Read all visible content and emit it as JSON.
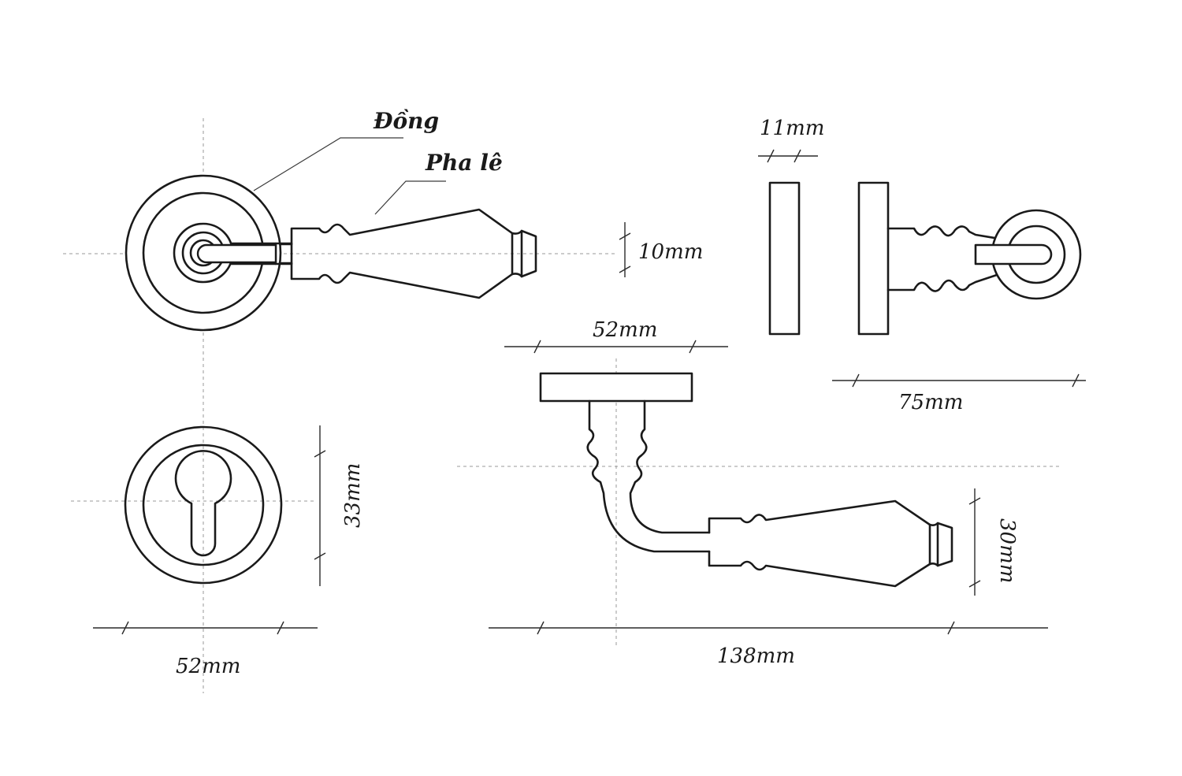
{
  "callouts": {
    "copper": "Đồng",
    "crystal": "Pha lê"
  },
  "dimensions": {
    "side_lever_thickness": "11mm",
    "lever_tip_height": "10mm",
    "top_rose_diameter": "52mm",
    "overall_projection": "75mm",
    "keyhole_height": "33mm",
    "bottom_rose_diameter": "52mm",
    "lever_tip_height_top_view": "30mm",
    "lever_length": "138mm"
  }
}
